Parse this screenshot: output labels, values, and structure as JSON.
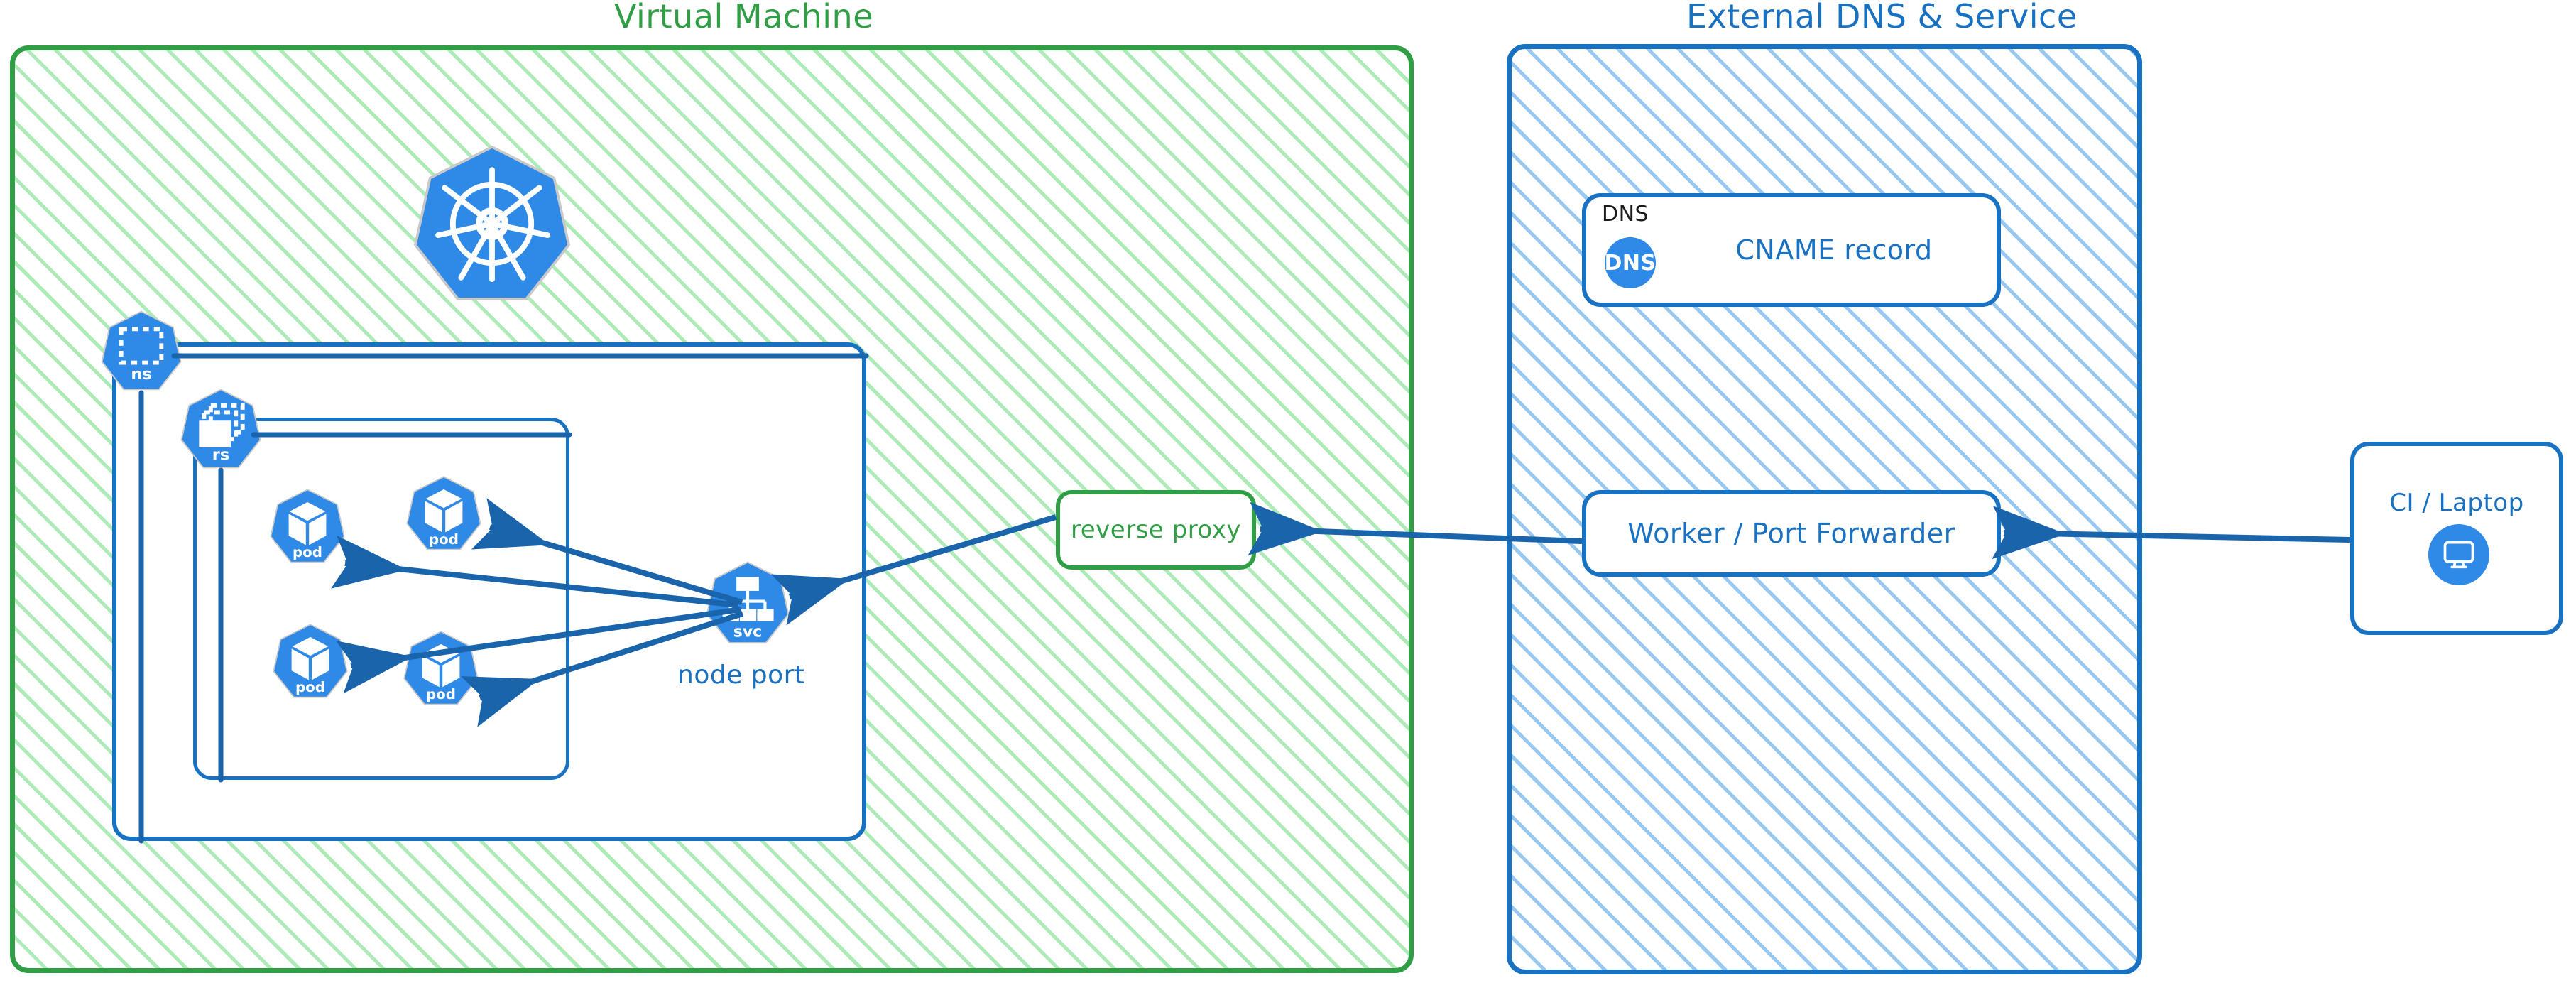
{
  "groups": [
    {
      "id": "vm",
      "title": "Virtual Machine",
      "color": "#2f9e44"
    },
    {
      "id": "ext",
      "title": "External DNS & Service",
      "color": "#1971c2"
    }
  ],
  "vm": {
    "title": "Virtual Machine",
    "k8s_logo": {
      "name": "kubernetes-logo",
      "label": ""
    },
    "namespace_badge": {
      "label": "ns",
      "icon": "namespace-icon"
    },
    "replicaset_badge": {
      "label": "rs",
      "icon": "replicaset-icon"
    },
    "pods": [
      {
        "label": "pod",
        "icon": "pod-icon"
      },
      {
        "label": "pod",
        "icon": "pod-icon"
      },
      {
        "label": "pod",
        "icon": "pod-icon"
      },
      {
        "label": "pod",
        "icon": "pod-icon"
      }
    ],
    "service": {
      "label": "svc",
      "icon": "service-icon",
      "caption": "node port"
    },
    "reverse_proxy": {
      "label": "reverse proxy",
      "color": "#2f9e44"
    }
  },
  "external": {
    "title": "External DNS & Service",
    "dns_card": {
      "tag": "DNS",
      "icon_label": "DNS",
      "label": "CNAME record",
      "icon": "dns-icon"
    },
    "worker_card": {
      "label": "Worker / Port Forwarder"
    }
  },
  "client": {
    "label": "CI / Laptop",
    "icon": "monitor-icon"
  },
  "arrows": [
    {
      "name": "svc-to-pod-1",
      "from": "service",
      "to": "pod-1"
    },
    {
      "name": "svc-to-pod-2",
      "from": "service",
      "to": "pod-2"
    },
    {
      "name": "svc-to-pod-3",
      "from": "service",
      "to": "pod-3"
    },
    {
      "name": "svc-to-pod-4",
      "from": "service",
      "to": "pod-4"
    },
    {
      "name": "reverse-proxy-to-svc",
      "from": "reverse-proxy",
      "to": "service"
    },
    {
      "name": "worker-to-reverse-proxy",
      "from": "worker",
      "to": "reverse-proxy"
    },
    {
      "name": "client-to-worker",
      "from": "ci-laptop",
      "to": "worker"
    }
  ],
  "colors": {
    "green": "#2f9e44",
    "green_light": "#69db7c",
    "blue": "#1971c2",
    "blue_light": "#74b5ed",
    "k8s_blue": "#2e8ae6",
    "arrow": "#1964ab"
  }
}
